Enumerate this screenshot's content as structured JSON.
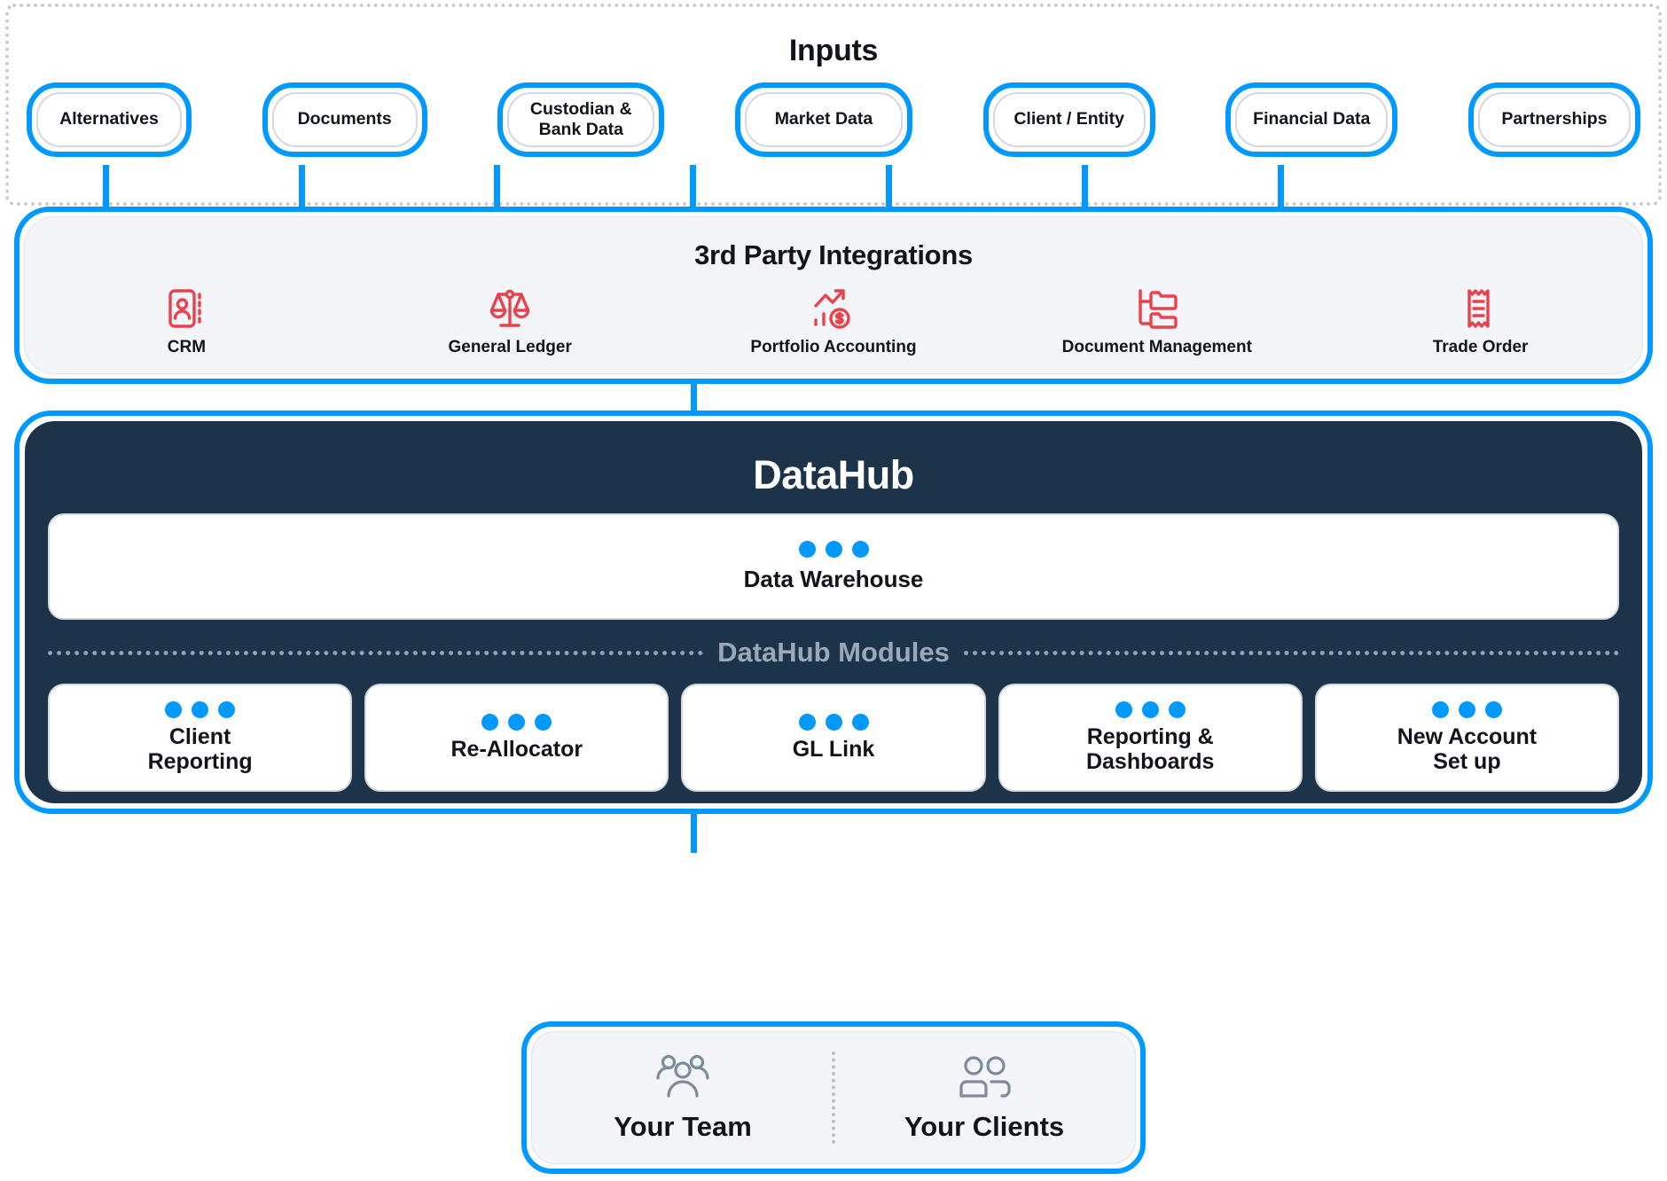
{
  "inputs": {
    "title": "Inputs",
    "items": [
      {
        "label": "Alternatives"
      },
      {
        "label": "Documents"
      },
      {
        "label": "Custodian &\nBank Data"
      },
      {
        "label": "Market Data"
      },
      {
        "label": "Client / Entity"
      },
      {
        "label": "Financial Data"
      },
      {
        "label": "Partnerships"
      }
    ]
  },
  "integrations": {
    "title": "3rd Party Integrations",
    "items": [
      {
        "label": "CRM",
        "icon": "contact-card-icon"
      },
      {
        "label": "General Ledger",
        "icon": "balance-scale-icon"
      },
      {
        "label": "Portfolio Accounting",
        "icon": "growth-chart-dollar-icon"
      },
      {
        "label": "Document Management",
        "icon": "folder-tree-icon"
      },
      {
        "label": "Trade Order",
        "icon": "receipt-icon"
      }
    ]
  },
  "datahub": {
    "title": "DataHub",
    "warehouse": {
      "label": "Data Warehouse"
    },
    "modules_title": "DataHub Modules",
    "modules": [
      {
        "label": "Client\nReporting"
      },
      {
        "label": "Re-Allocator"
      },
      {
        "label": "GL Link"
      },
      {
        "label": "Reporting &\nDashboards"
      },
      {
        "label": "New Account\nSet up"
      }
    ]
  },
  "audience": {
    "items": [
      {
        "label": "Your Team",
        "icon": "three-people-icon"
      },
      {
        "label": "Your Clients",
        "icon": "two-people-icon"
      }
    ]
  },
  "colors": {
    "accent_blue": "#0099ff",
    "navy": "#1d3349",
    "icon_red": "#e8434c",
    "panel_gray": "#f4f5f9",
    "muted_slate": "#9aa8b7"
  }
}
